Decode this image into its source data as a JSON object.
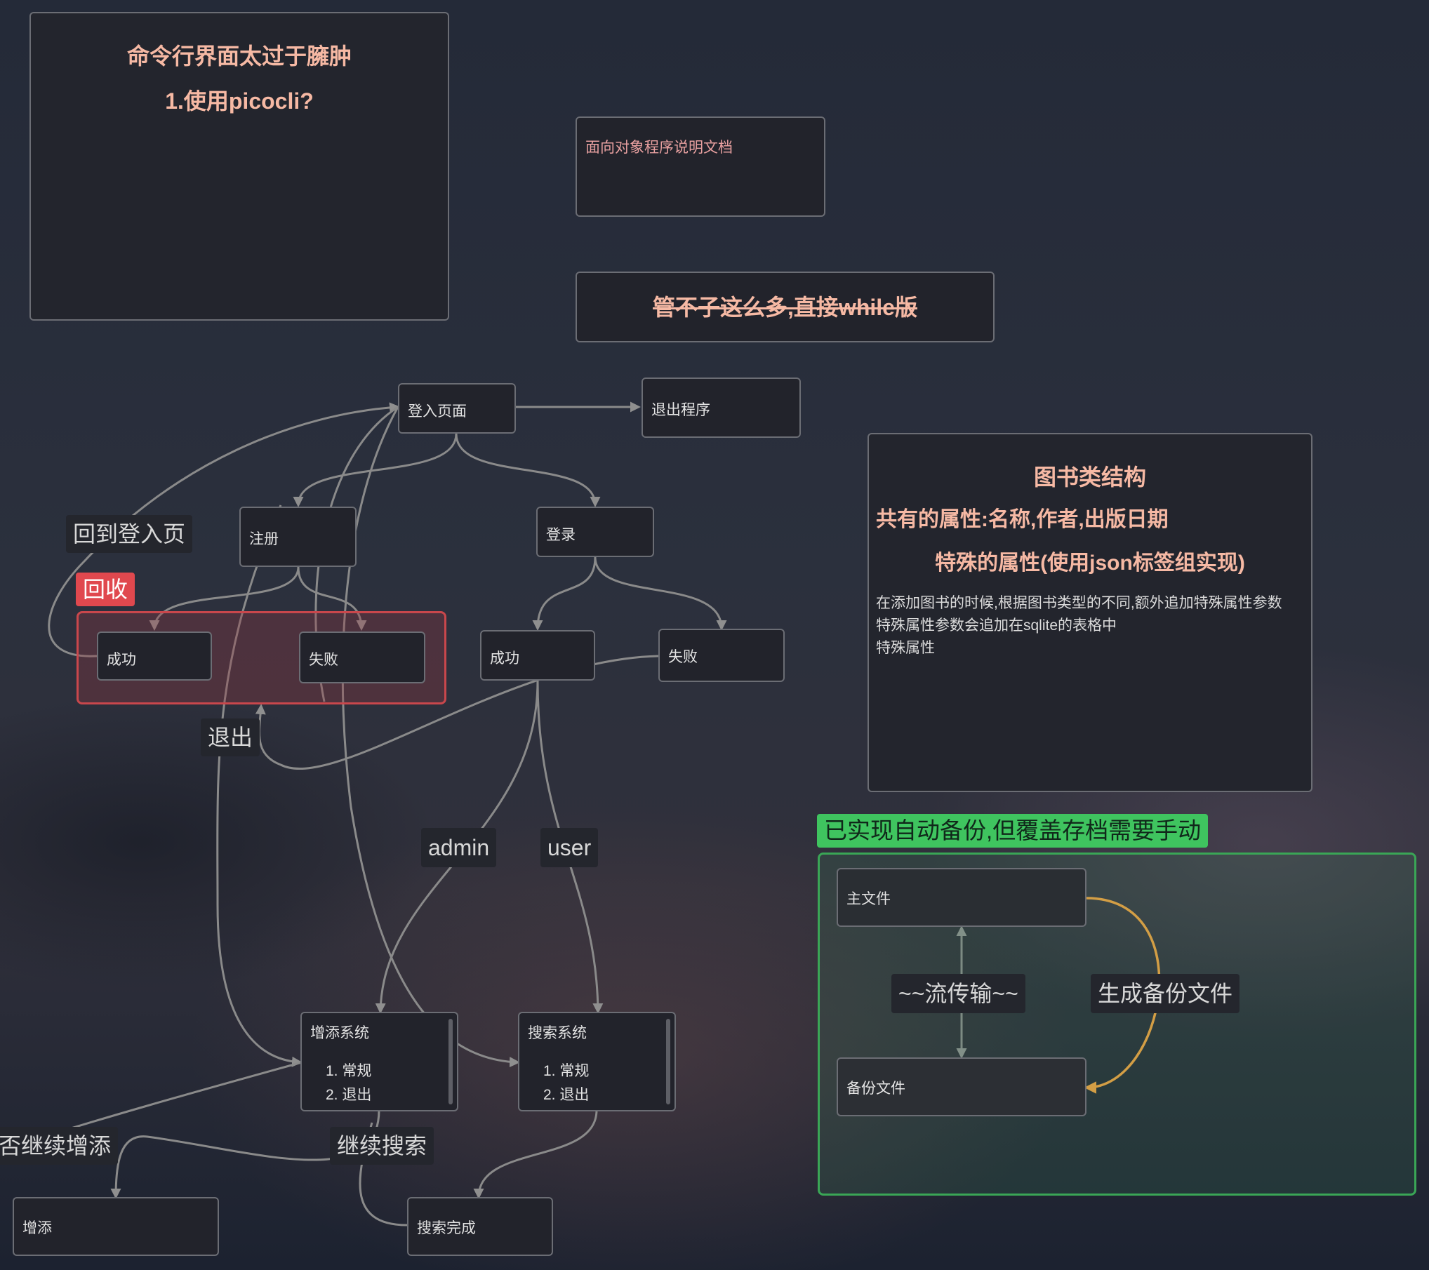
{
  "notes": {
    "top_left": {
      "line1": "命令行界面太过于臃肿",
      "line2": "1.使用picocli?"
    },
    "oop_doc": "面向对象程序说明文档",
    "while_note": "管不子这么多,直接while版",
    "book_structure": {
      "title": "图书类结构",
      "common": "共有的属性:名称,作者,出版日期",
      "special": "特殊的属性(使用json标签组实现)",
      "lines": [
        "在添加图书的时候,根据图书类型的不同,额外追加特殊属性参数",
        "特殊属性参数会追加在sqlite的表格中",
        "特殊属性"
      ]
    }
  },
  "nodes": {
    "login_page": "登入页面",
    "exit_program": "退出程序",
    "register": "注册",
    "login": "登录",
    "reg_success": "成功",
    "reg_fail": "失败",
    "login_success": "成功",
    "login_fail": "失败",
    "add_system": {
      "title": "增添系统",
      "items": [
        "1. 常规",
        "2. 退出"
      ]
    },
    "search_system": {
      "title": "搜索系统",
      "items": [
        "1. 常规",
        "2. 退出"
      ]
    },
    "add": "增添",
    "search_done": "搜索完成",
    "main_file": "主文件",
    "backup_file": "备份文件"
  },
  "labels": {
    "back_to_login": "回到登入页",
    "recycle_group": "回收",
    "exit": "退出",
    "admin": "admin",
    "user": "user",
    "continue_add": "否继续增添",
    "continue_search": "继续搜索",
    "backup_group": "已实现自动备份,但覆盖存档需要手动",
    "stream": "~~流传输~~",
    "gen_backup": "生成备份文件"
  },
  "colors": {
    "title_text": "#f6b9a4",
    "oop_text": "#e8a0a0",
    "recycle_red": "#e0484e",
    "backup_green": "#3fc45f",
    "orange_edge": "#f0a040",
    "edge_gray": "#8a8a8a"
  }
}
